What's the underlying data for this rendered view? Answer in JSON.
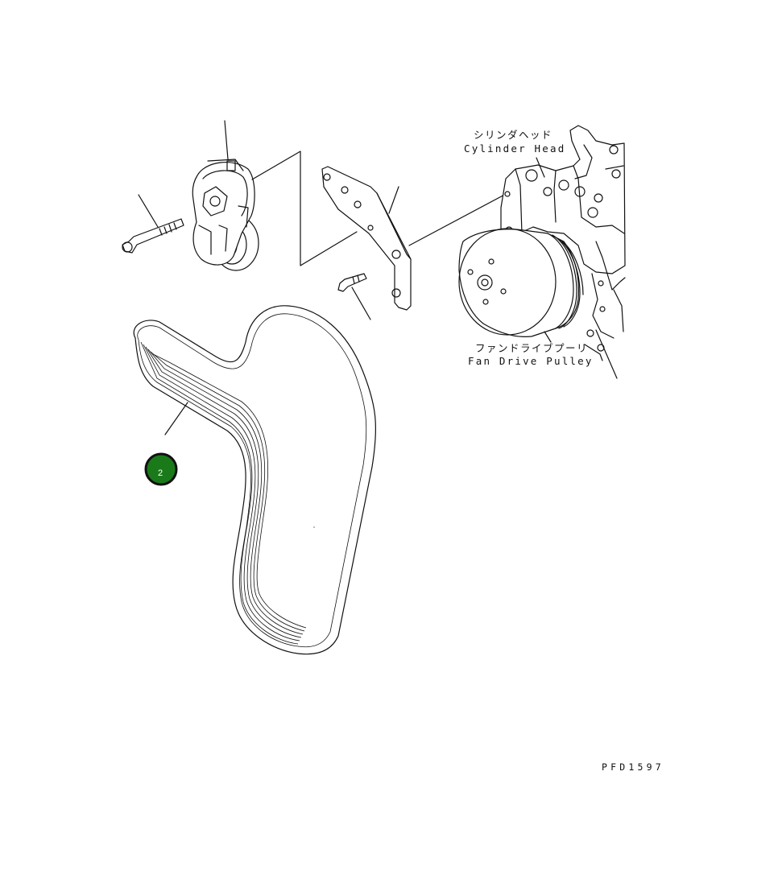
{
  "labels": {
    "cylinder_head_jp": "シリンダヘッド",
    "cylinder_head_en": "Cylinder Head",
    "fan_pulley_jp": "ファンドライブプーリ",
    "fan_pulley_en": "Fan Drive Pulley"
  },
  "callout": {
    "number": "2",
    "color": "#1a7a1a"
  },
  "figure_code": "PFD1597"
}
